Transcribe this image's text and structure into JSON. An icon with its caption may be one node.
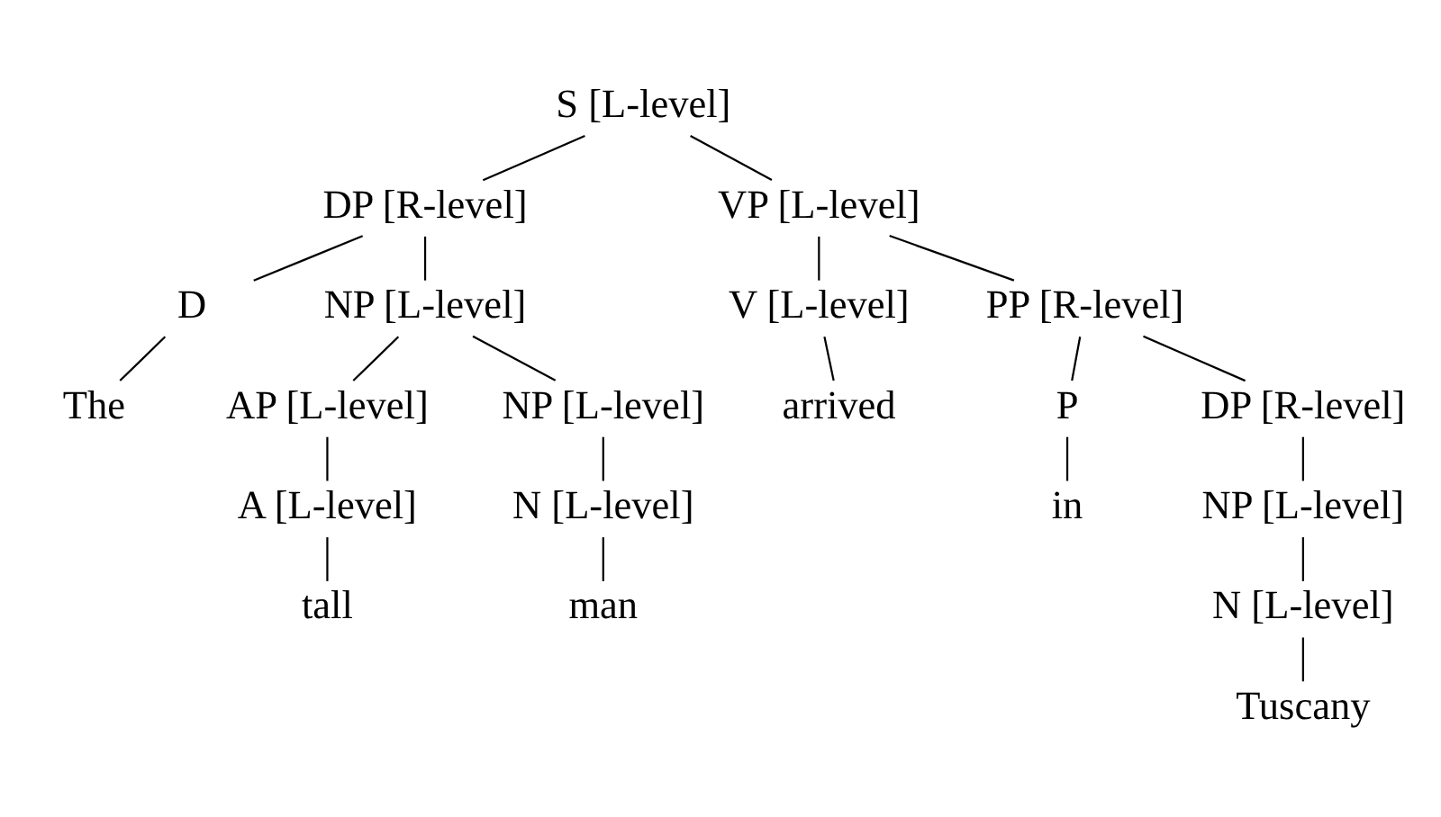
{
  "diagram": {
    "nodes": [
      {
        "text": [
          "S [L-level]"
        ]
      },
      {
        "text": [
          "DP [R-level]"
        ]
      },
      {
        "text": [
          "VP [L-level]"
        ]
      },
      {
        "text": [
          "D"
        ]
      },
      {
        "text": [
          "NP [L-level]"
        ]
      },
      {
        "text": [
          "V [L-level]"
        ]
      },
      {
        "text": [
          "PP [R-level]"
        ]
      },
      {
        "text": [
          "The"
        ]
      },
      {
        "text": [
          "AP [L-level]"
        ]
      },
      {
        "text": [
          "NP [L-level]"
        ]
      },
      {
        "text": [
          "arrived"
        ]
      },
      {
        "text": [
          "P"
        ]
      },
      {
        "text": [
          "DP [R-level]"
        ]
      },
      {
        "text": [
          "A [L-level]"
        ]
      },
      {
        "text": [
          "N [L-level]"
        ]
      },
      {
        "text": [
          "in"
        ]
      },
      {
        "text": [
          "NP [L-level]"
        ]
      },
      {
        "text": [
          "tall"
        ]
      },
      {
        "text": [
          "man"
        ]
      },
      {
        "text": [
          "N [L-level]"
        ]
      },
      {
        "text": [
          "Tuscany"
        ]
      }
    ],
    "edges": [
      {
        "from": 0,
        "to": 1,
        "arrow": "none"
      },
      {
        "from": 0,
        "to": 2,
        "arrow": "none"
      },
      {
        "from": 1,
        "to": 3,
        "arrow": "none"
      },
      {
        "from": 1,
        "to": 4,
        "arrow": "none"
      },
      {
        "from": 3,
        "to": 7,
        "arrow": "none"
      },
      {
        "from": 4,
        "to": 8,
        "arrow": "none"
      },
      {
        "from": 4,
        "to": 9,
        "arrow": "none"
      },
      {
        "from": 8,
        "to": 13,
        "arrow": "none"
      },
      {
        "from": 9,
        "to": 14,
        "arrow": "none"
      },
      {
        "from": 13,
        "to": 17,
        "arrow": "none"
      },
      {
        "from": 14,
        "to": 18,
        "arrow": "none"
      },
      {
        "from": 2,
        "to": 5,
        "arrow": "none"
      },
      {
        "from": 2,
        "to": 6,
        "arrow": "none"
      },
      {
        "from": 5,
        "to": 10,
        "arrow": "none"
      },
      {
        "from": 6,
        "to": 11,
        "arrow": "none"
      },
      {
        "from": 6,
        "to": 12,
        "arrow": "none"
      },
      {
        "from": 11,
        "to": 15,
        "arrow": "none"
      },
      {
        "from": 12,
        "to": 16,
        "arrow": "none"
      },
      {
        "from": 16,
        "to": 19,
        "arrow": "none"
      },
      {
        "from": 19,
        "to": 20,
        "arrow": "none"
      }
    ]
  }
}
